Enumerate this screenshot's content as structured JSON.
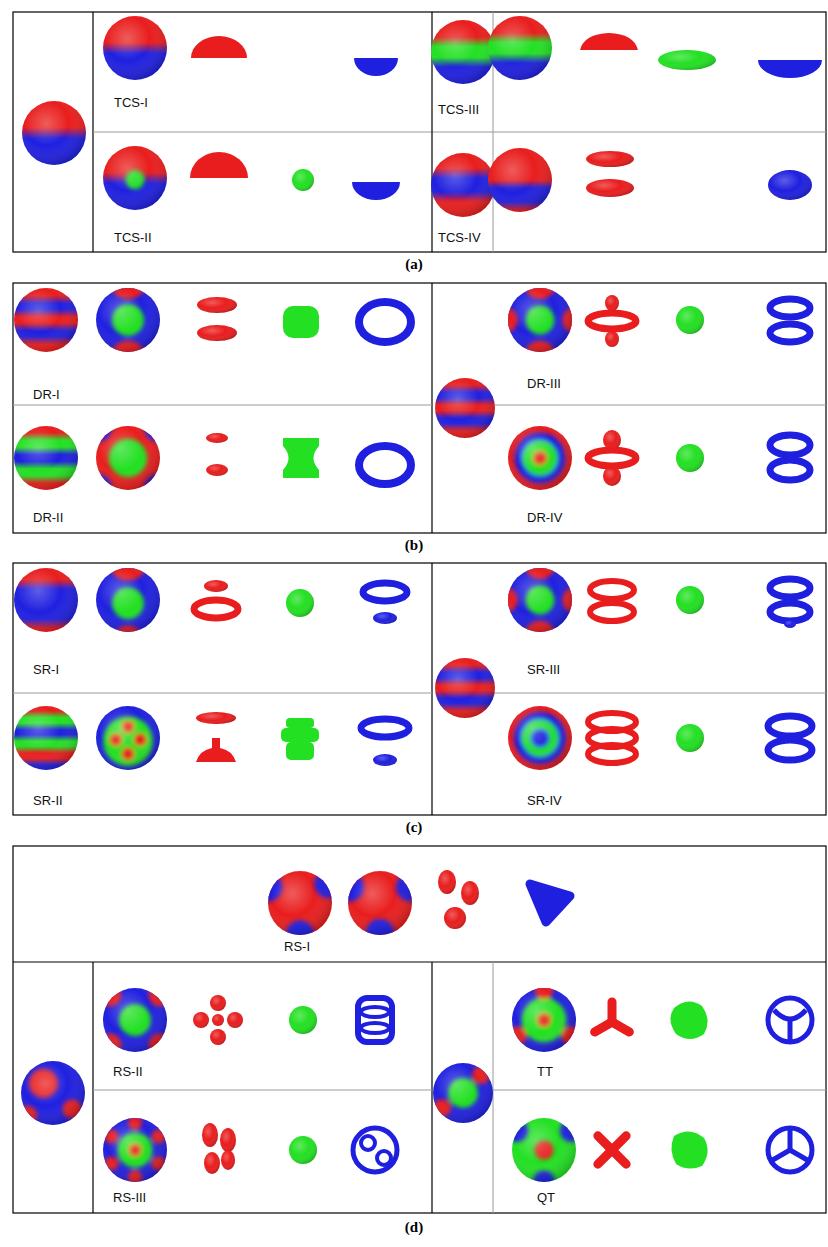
{
  "diagram": {
    "labels": [
      "TCS-I",
      "TCS-III",
      "TCS-II",
      "TCS-IV",
      "(a)",
      "DR-I",
      "DR-III",
      "DR-II",
      "DR-IV",
      "(b)",
      "SR-I",
      "SR-III",
      "SR-II",
      "SR-IV",
      "(c)",
      "RS-I",
      "RS-II",
      "TT",
      "RS-III",
      "QT",
      "(d)"
    ]
  }
}
